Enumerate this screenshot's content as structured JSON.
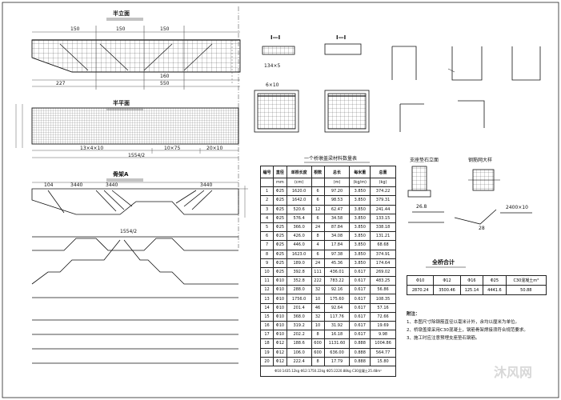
{
  "views": {
    "elevation_title": "半立面",
    "plan_title": "半平面",
    "rebar_a_title": "骨架A",
    "sec1_title": "I—I",
    "sec2_title": "I—I",
    "bearing_title": "支座垫石立面",
    "mesh_title": "钢筋网大样",
    "table_title": "一个桥墩盖梁材料数量表",
    "summary_title": "全桥合计"
  },
  "dims": {
    "e150a": "150",
    "e150b": "150",
    "e150c": "150",
    "e227": "227",
    "e550": "550",
    "e160": "160",
    "p1554": "1554/2",
    "p13x10": "13×4×10",
    "p10x75": "10×75",
    "p20x10": "20×10",
    "a104": "104",
    "a3440a": "3440",
    "a3440b": "3440",
    "a3440c": "3440",
    "a1554": "1554/2",
    "s134": "134×5",
    "s6x10": "6×10",
    "b26_8": "26.8",
    "b28": "28",
    "b2400": "2400×10"
  },
  "table": {
    "headers": [
      "编号",
      "直径",
      "单根长度",
      "根数",
      "总长",
      "每米重",
      "总重"
    ],
    "units": [
      "",
      "mm",
      "(cm)",
      "",
      "(m)",
      "(kg/m)",
      "(kg)"
    ],
    "rows": [
      [
        "1",
        "Φ25",
        "1620.0",
        "6",
        "97.20",
        "3.850",
        "374.22"
      ],
      [
        "2",
        "Φ25",
        "1642.0",
        "6",
        "98.53",
        "3.850",
        "379.31"
      ],
      [
        "3",
        "Φ25",
        "520.6",
        "12",
        "62.47",
        "3.850",
        "241.44"
      ],
      [
        "4",
        "Φ25",
        "576.4",
        "6",
        "34.58",
        "3.850",
        "133.15"
      ],
      [
        "5",
        "Φ25",
        "366.0",
        "24",
        "87.84",
        "3.850",
        "338.18"
      ],
      [
        "6",
        "Φ25",
        "426.0",
        "8",
        "34.08",
        "3.850",
        "131.21"
      ],
      [
        "7",
        "Φ25",
        "446.0",
        "4",
        "17.84",
        "3.850",
        "68.68"
      ],
      [
        "8",
        "Φ25",
        "1623.0",
        "6",
        "97.38",
        "3.850",
        "374.91"
      ],
      [
        "9",
        "Φ25",
        "189.0",
        "24",
        "45.36",
        "3.850",
        "174.64"
      ],
      [
        "10",
        "Φ25",
        "392.8",
        "111",
        "436.01",
        "0.617",
        "269.02"
      ],
      [
        "11",
        "Φ10",
        "352.8",
        "222",
        "783.22",
        "0.617",
        "483.25"
      ],
      [
        "12",
        "Φ10",
        "288.0",
        "32",
        "92.16",
        "0.617",
        "56.86"
      ],
      [
        "13",
        "Φ10",
        "1756.0",
        "10",
        "175.60",
        "0.617",
        "108.35"
      ],
      [
        "14",
        "Φ10",
        "201.4",
        "46",
        "92.64",
        "0.617",
        "57.16"
      ],
      [
        "15",
        "Φ10",
        "368.0",
        "32",
        "117.76",
        "0.617",
        "72.66"
      ],
      [
        "16",
        "Φ10",
        "319.2",
        "10",
        "31.92",
        "0.617",
        "19.69"
      ],
      [
        "17",
        "Φ10",
        "202.2",
        "8",
        "16.18",
        "0.617",
        "9.98"
      ],
      [
        "18",
        "Φ12",
        "188.6",
        "600",
        "1131.60",
        "0.888",
        "1004.86"
      ],
      [
        "19",
        "Φ12",
        "106.0",
        "600",
        "636.00",
        "0.888",
        "564.77"
      ],
      [
        "20",
        "Φ12",
        "222.4",
        "8",
        "17.79",
        "0.888",
        "15.80"
      ]
    ],
    "footer": "Φ10:1435.12kg  Φ12:1750.22kg  Φ25:2220.88kg  C30混凝土25.48m³"
  },
  "summary": {
    "headers": [
      "Φ10",
      "Φ12",
      "Φ16",
      "Φ25",
      "C30混凝土m³"
    ],
    "values": [
      "2870.24",
      "3500.46",
      "125.14",
      "4441.6",
      "50.88"
    ]
  },
  "notes": {
    "heading": "附注：",
    "lines": [
      "1、本图尺寸除钢筋直径以毫米计外，余均以厘米为单位。",
      "2、桥墩盖梁采用C30混凝土，钢筋骨架焊接须符合规范要求。",
      "3、施工时应注意预埋支座垫石钢筋。"
    ]
  },
  "watermark": "沐风网"
}
